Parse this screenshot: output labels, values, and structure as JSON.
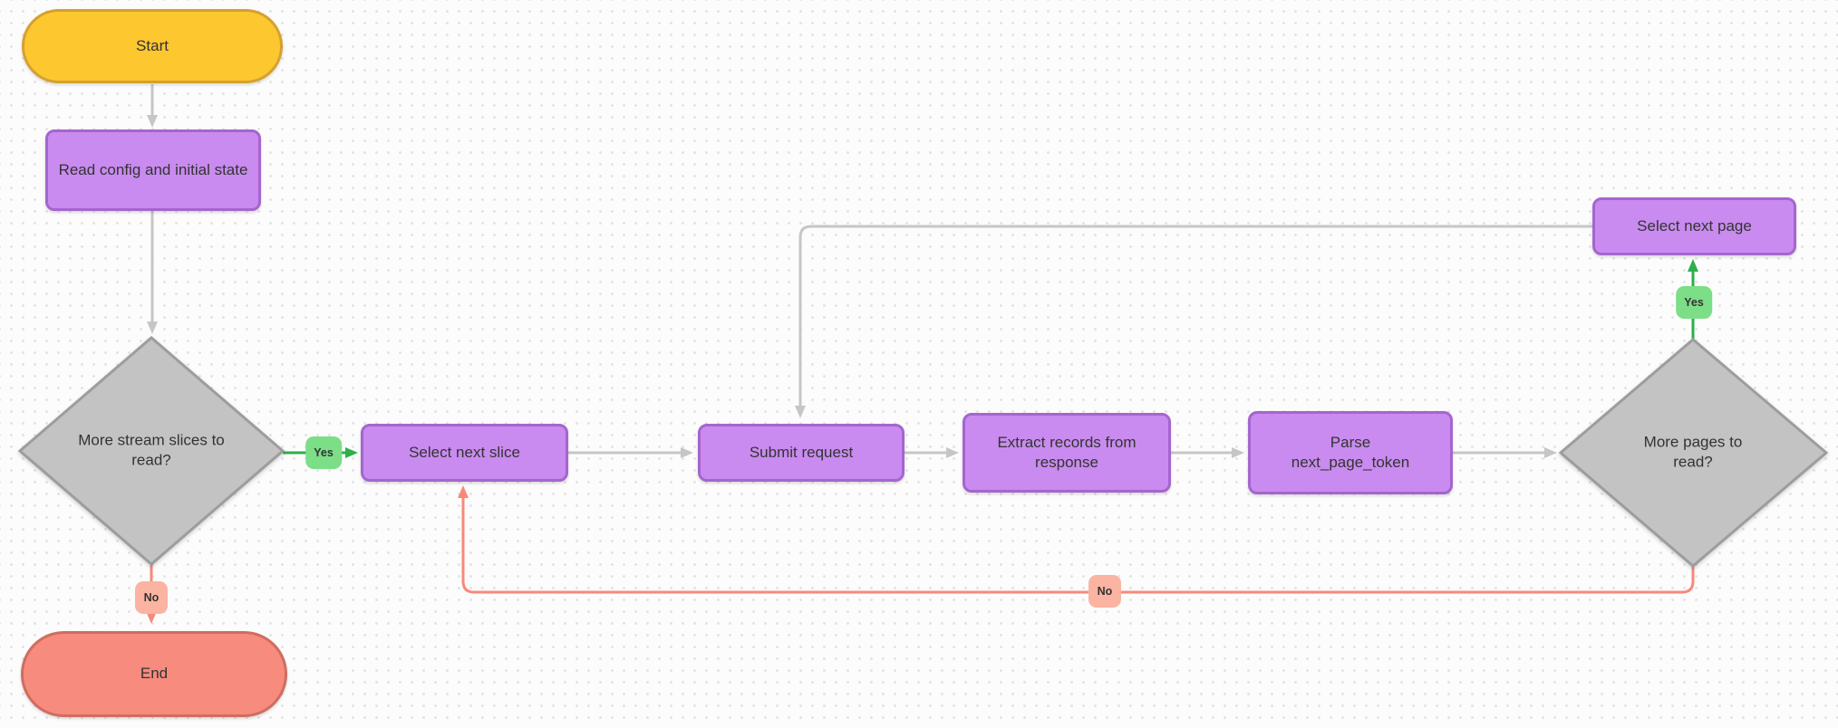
{
  "colors": {
    "background": "#FCFCFC",
    "grid_dot": "#E3E3E3",
    "connector": "#C6C6C6",
    "yes_line": "#2EAE4B",
    "yes_label_bg": "#7CDE87",
    "no_line": "#F8897A",
    "no_label_bg": "#FBB3A2",
    "start_fill": "#FDC730",
    "start_border": "#D6A02F",
    "process_fill": "#C98BEF",
    "process_border": "#A466CE",
    "decision_fill": "#C3C3C3",
    "decision_border": "#9D9D9D",
    "end_fill": "#F68B7E",
    "end_border": "#CF6D60",
    "text": "#333333"
  },
  "nodes": {
    "start": {
      "label": "Start"
    },
    "read_config": {
      "label": "Read config and initial state"
    },
    "more_slices": {
      "label": "More stream slices to read?"
    },
    "select_slice": {
      "label": "Select next slice"
    },
    "submit_request": {
      "label": "Submit request"
    },
    "extract_records": {
      "label": "Extract records from response"
    },
    "parse_token": {
      "label": "Parse next_page_token"
    },
    "more_pages": {
      "label": "More pages to read?"
    },
    "select_page": {
      "label": "Select next page"
    },
    "end": {
      "label": "End"
    }
  },
  "edges": {
    "more_slices_yes": {
      "label": "Yes"
    },
    "more_slices_no": {
      "label": "No"
    },
    "more_pages_yes": {
      "label": "Yes"
    },
    "more_pages_no": {
      "label": "No"
    }
  }
}
